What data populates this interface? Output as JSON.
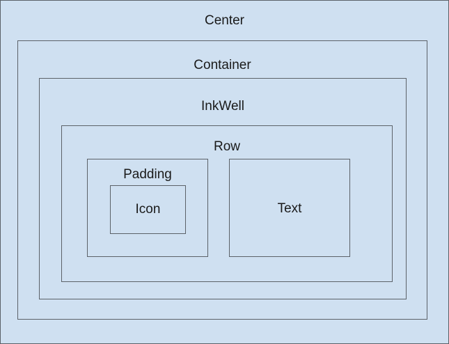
{
  "diagram": {
    "center": {
      "label": "Center"
    },
    "container": {
      "label": "Container"
    },
    "inkwell": {
      "label": "InkWell"
    },
    "row": {
      "label": "Row"
    },
    "padding": {
      "label": "Padding"
    },
    "icon": {
      "label": "Icon"
    },
    "text": {
      "label": "Text"
    }
  }
}
